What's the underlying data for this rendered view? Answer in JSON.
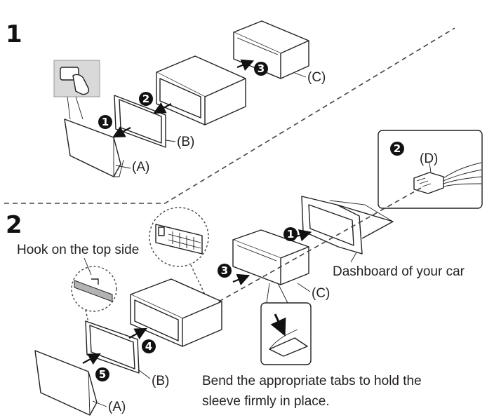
{
  "steps": [
    "1",
    "2"
  ],
  "parts": {
    "a": "(A)",
    "b": "(B)",
    "c": "(C)",
    "d": "(D)"
  },
  "badges": [
    "1",
    "2",
    "3",
    "4",
    "5"
  ],
  "labels": {
    "hook": "Hook on the top side",
    "dashboard": "Dashboard of your car",
    "bend_line1": "Bend the appropriate tabs to hold the",
    "bend_line2": "sleeve firmly in place."
  },
  "colors": {
    "ink": "#231f20",
    "badge": "#111111",
    "inset_bg": "#d9d9d9"
  }
}
